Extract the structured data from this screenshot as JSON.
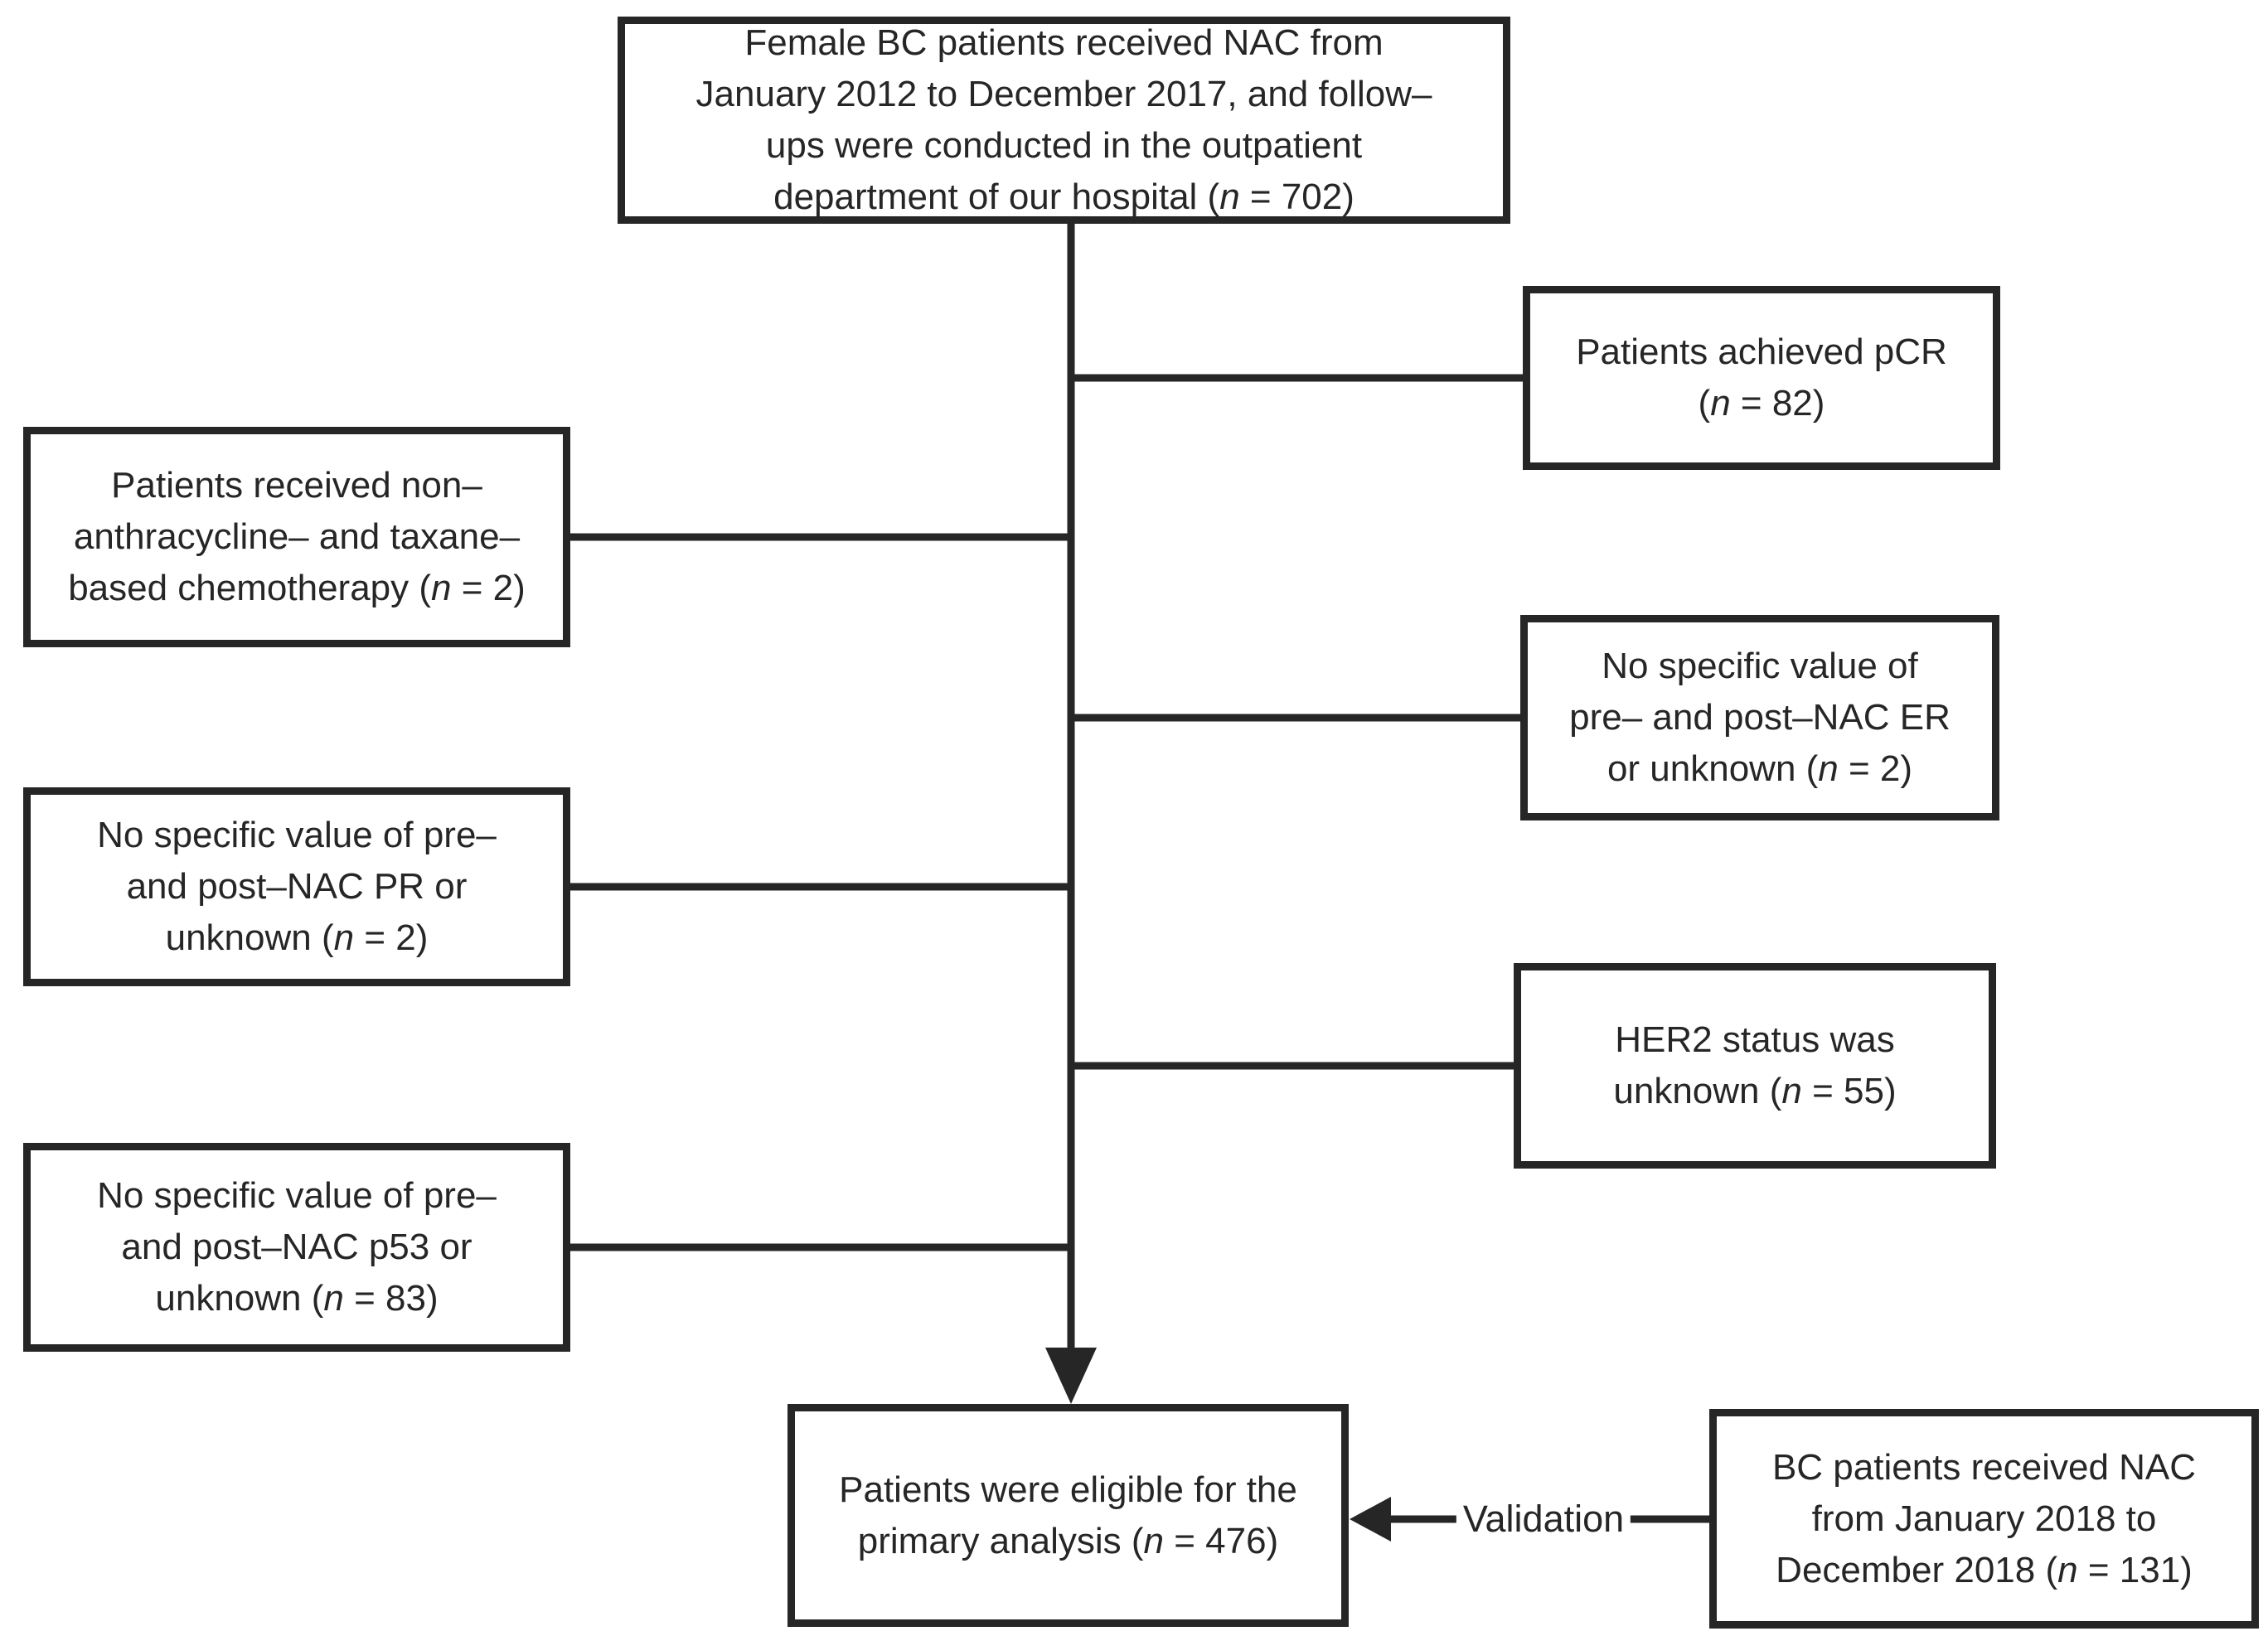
{
  "figure": {
    "background": "#ffffff",
    "line_color": "#262626",
    "text_color": "#262626"
  },
  "boxes": {
    "source": {
      "lines": [
        "Female BC patients received NAC from",
        "January 2012 to December 2017, and follow–",
        "ups were conducted in the outpatient",
        "department of our hospital (n = 702)"
      ]
    },
    "excl_pcr": {
      "lines": [
        "Patients achieved pCR",
        "(n = 82)"
      ]
    },
    "excl_chemo": {
      "lines": [
        "Patients received non–",
        "anthracycline– and taxane–",
        "based chemotherapy (n = 2)"
      ]
    },
    "excl_er": {
      "lines": [
        "No specific value of",
        "pre– and post–NAC ER",
        "or unknown (n = 2)"
      ]
    },
    "excl_pr": {
      "lines": [
        "No specific value of pre–",
        "and post–NAC PR or",
        "unknown (n = 2)"
      ]
    },
    "excl_her2": {
      "lines": [
        "HER2 status was",
        "unknown (n = 55)"
      ]
    },
    "excl_p53": {
      "lines": [
        "No specific value of pre–",
        "and post–NAC p53 or",
        "unknown (n = 83)"
      ]
    },
    "eligible": {
      "lines": [
        "Patients were eligible for the",
        "primary analysis (n = 476)"
      ]
    },
    "validation_cohort": {
      "lines": [
        "BC patients received NAC",
        "from January 2018 to",
        "December 2018 (n = 131)"
      ]
    }
  },
  "labels": {
    "validation_arrow": "Validation"
  }
}
